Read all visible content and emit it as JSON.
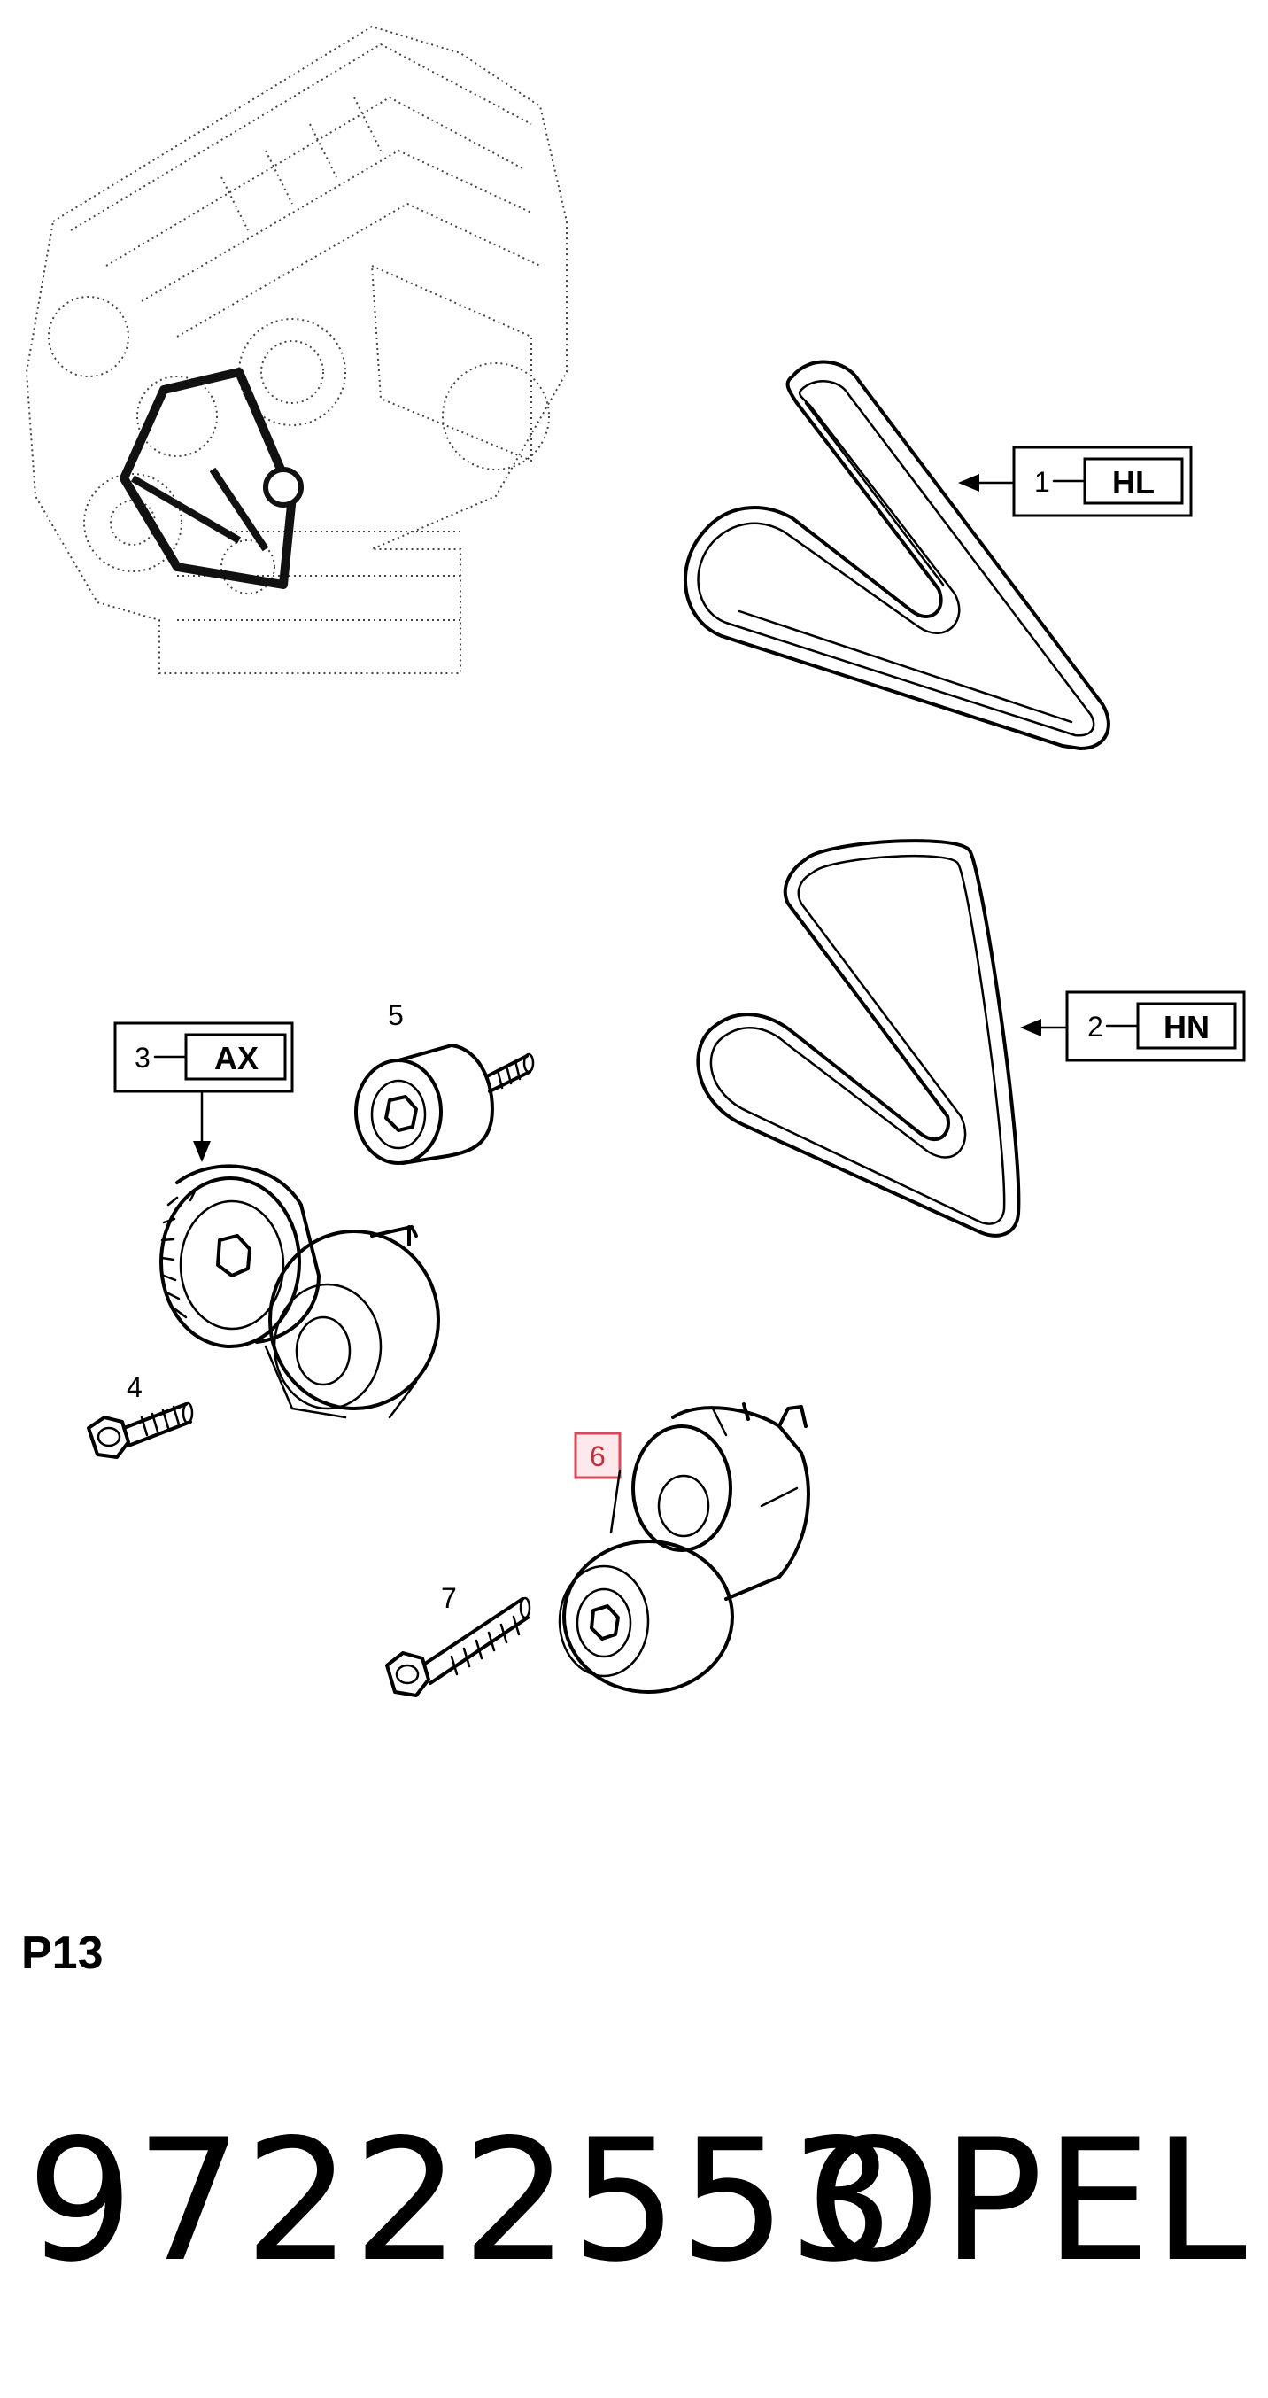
{
  "callouts": [
    {
      "number": "1",
      "code": "HL"
    },
    {
      "number": "2",
      "code": "HN"
    },
    {
      "number": "3",
      "code": "AX"
    },
    {
      "number": "4",
      "code": ""
    },
    {
      "number": "5",
      "code": ""
    },
    {
      "number": "6",
      "code": ""
    },
    {
      "number": "7",
      "code": ""
    }
  ],
  "page_label": "P13",
  "footer": {
    "part_number": "97222553",
    "brand": "OPEL"
  },
  "highlight_color": "#d84a5a"
}
